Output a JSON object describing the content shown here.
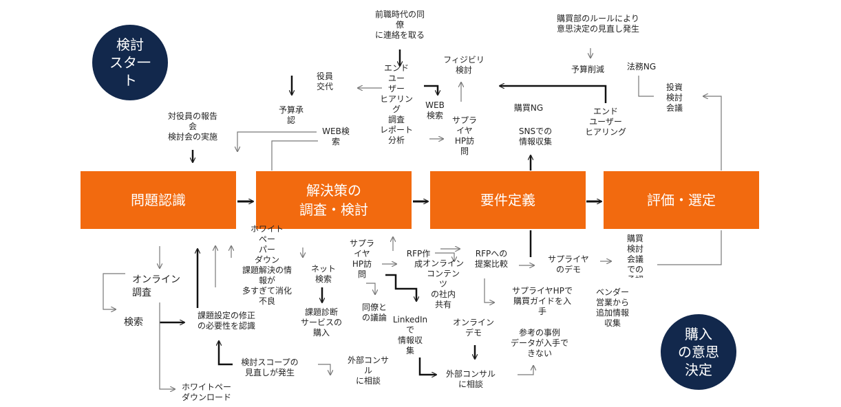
{
  "start": "検討\nスタ一\nト",
  "end": "購入\nの意思\n決定",
  "stages": [
    "問題認識",
    "解決策の\n調査・検討",
    "要件定義",
    "評価・選定"
  ],
  "labels": {
    "board_report": "対役員の報告\n会\n検討会の実施",
    "exec_change": "役員\n交代",
    "budget_approval": "予算承\n認",
    "web_search_top": "WEB検\n索",
    "prev_job_colleague": "前職時代の同\n僚\nに連絡を取る",
    "end_user_hearing_report": "エンド\nユー\nザー\nヒアリン\nグ\n調査\nレポート\n分析",
    "web_search_small": "WEB\n検索",
    "feasibility": "フィジビリ\n検討",
    "supplier_hp_top": "サプラ\nイヤ\nHP訪\n問",
    "purchase_ng_top": "購買NG",
    "sns_info": "SNSでの\n情報収集",
    "purchasing_rules": "購買部のルールにより\n意思決定の見直し発生",
    "budget_cut": "予算削減",
    "legal_ng": "法務NG",
    "end_user_hearing": "エンド\nユーザー\nヒアリング",
    "invest_committee": "投資\n検討\n会議",
    "online_research": "オンライン\n調査",
    "search": "検索",
    "whitepaper_download": "ホワイトペー\nダウンロード",
    "whitepaper_overload": "ホワイト\nペー\nパー\nダウン\n課題解決の情\n報が\n多すぎて消化\n不良",
    "redefine_problem": "課題設定の修正\nの必要性を認識",
    "scope_review": "検討スコープの\n見直しが発生",
    "net_search": "ネット\n検索",
    "diagnosis_service": "課題診断\nサービスの\n購入",
    "supplier_hp_bottom": "サプラ\nイヤ\nHP訪\n問",
    "colleague_discussion": "同僚と\nの議論",
    "linkedin": "LinkedIn\nで\n情報収\n集",
    "external_consultant_1": "外部コンサ\nル\nに相談",
    "rfp_create": "RFP作\n成",
    "online_content": "オンライン\nコンテン\nツ\nの社内\n共有",
    "online_demo": "オンライン\nデモ",
    "external_consultant_2": "外部コンサル\nに相談",
    "rfp_compare": "RFPへの\n提案比較",
    "supplier_demo": "サプライヤ\nのデモ",
    "supplier_hp_guide": "サプライヤHPで\n購買ガイドを入\n手",
    "case_data_unavailable": "参考の事例\nデータが入手で\nきない",
    "purchase_committee": "購買\n検討\n会議\nでの\n承認",
    "vendor_info": "ベンダー\n営業から\n追加情報\n収集"
  }
}
